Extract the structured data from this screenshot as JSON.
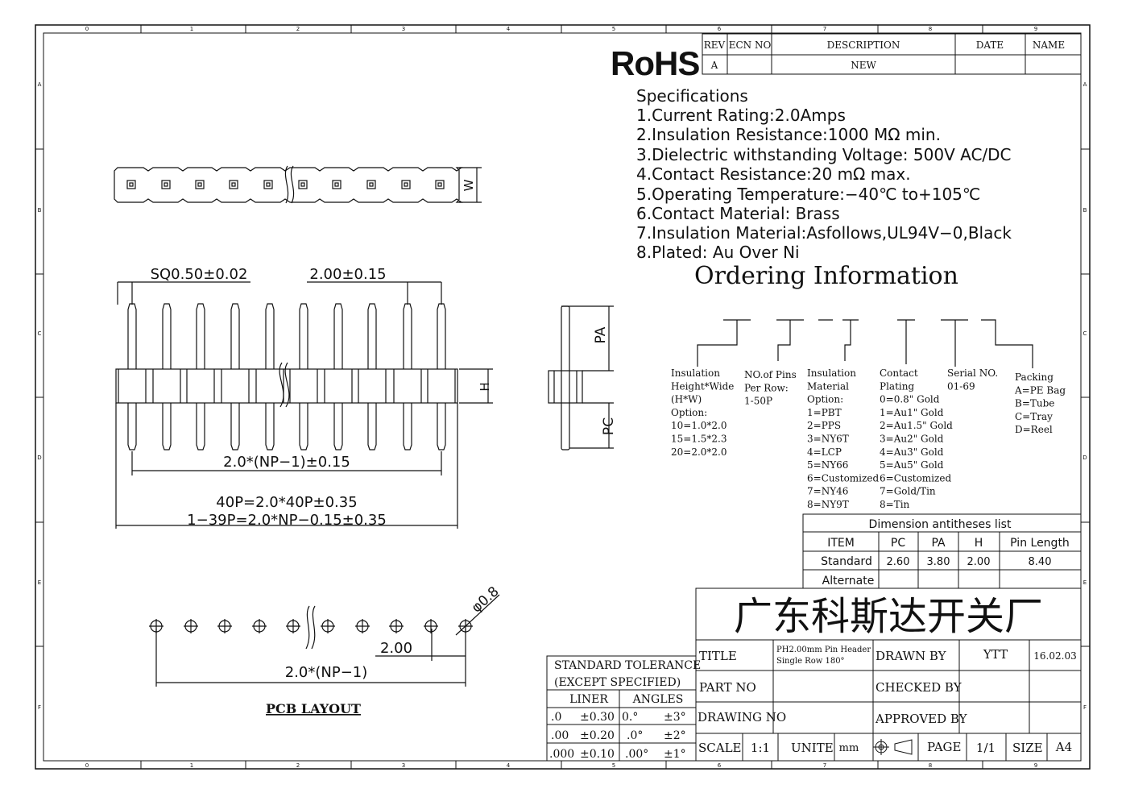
{
  "border": {
    "columns": [
      "0",
      "1",
      "2",
      "3",
      "4",
      "5",
      "6",
      "7",
      "8",
      "9"
    ],
    "rows": [
      "A",
      "B",
      "C",
      "D",
      "E",
      "F"
    ]
  },
  "revision": {
    "headers": [
      "REV",
      "ECN NO",
      "DESCRIPTION",
      "DATE",
      "NAME"
    ],
    "row": [
      "A",
      "",
      "NEW",
      "",
      ""
    ]
  },
  "rohs": "RoHS",
  "specifications": {
    "heading": "Specifications",
    "items": [
      "1.Current  Rating:2.0Amps",
      "2.Insulation  Resistance:1000  MΩ  min.",
      "3.Dielectric  withstanding  Voltage:   500V  AC/DC",
      "4.Contact  Resistance:20  mΩ  max.",
      "5.Operating  Temperature:−40℃  to+105℃",
      "6.Contact  Material:  Brass",
      "7.Insulation  Material:Asfollows,UL94V−0,Black",
      "8.Plated:  Au  Over  Ni"
    ]
  },
  "ordering": {
    "title": "Ordering Information",
    "columns": [
      {
        "lines": [
          "Insulation",
          "Height*Wide",
          "(H*W)",
          "Option:",
          "10=1.0*2.0",
          "15=1.5*2.3",
          "20=2.0*2.0"
        ]
      },
      {
        "lines": [
          "NO.of Pins",
          "Per Row:",
          "1-50P"
        ]
      },
      {
        "lines": [
          "Insulation",
          "Material",
          "Option:",
          "1=PBT",
          "2=PPS",
          "3=NY6T",
          "4=LCP",
          "5=NY66",
          "6=Customized",
          "7=NY46",
          "8=NY9T"
        ]
      },
      {
        "lines": [
          "Contact",
          "Plating",
          "0=0.8\" Gold",
          "1=Au1\" Gold",
          "2=Au1.5\" Gold",
          "3=Au2\" Gold",
          "4=Au3\" Gold",
          "5=Au5\" Gold",
          "6=Customized",
          "7=Gold/Tin",
          "8=Tin"
        ]
      },
      {
        "lines": [
          "Serial NO.",
          "01-69"
        ]
      },
      {
        "lines": [
          "Packing",
          "A=PE Bag",
          "B=Tube",
          "C=Tray",
          "D=Reel"
        ]
      }
    ]
  },
  "dimension_table": {
    "title": "Dimension antitheses list",
    "headers": [
      "ITEM",
      "PC",
      "PA",
      "H",
      "Pin Length"
    ],
    "rows": [
      [
        "Standard",
        "2.60",
        "3.80",
        "2.00",
        "8.40"
      ],
      [
        "Alternate",
        "",
        "",
        "",
        ""
      ]
    ]
  },
  "company": "广东科斯达开关厂",
  "title_block": {
    "title_label": "TITLE",
    "title_value_line1": "PH2.00mm Pin Header",
    "title_value_line2": "Single Row 180°",
    "drawn_by_label": "DRAWN BY",
    "drawn_by_value": "YTT",
    "date_value": "16.02.03",
    "part_no_label": "PART NO",
    "checked_by_label": "CHECKED BY",
    "drawing_no_label": "DRAWING NO",
    "approved_by_label": "APPROVED BY",
    "scale_label": "SCALE",
    "scale_value": "1:1",
    "unite_label": "UNITE",
    "unite_value": "mm",
    "projection_symbol": "third-angle-projection-icon",
    "page_label": "PAGE",
    "page_value": "1/1",
    "size_label": "SIZE",
    "size_value": "A4"
  },
  "tolerance": {
    "title1": "STANDARD TOLERANCE",
    "title2": "(EXCEPT   SPECIFIED)",
    "liner_label": "LINER",
    "angles_label": "ANGLES",
    "rows": [
      [
        ".0",
        "±0.30",
        "0.°",
        "±3°"
      ],
      [
        ".00",
        "±0.20",
        ".0°",
        "±2°"
      ],
      [
        ".000",
        "±0.10",
        ".00°",
        "±1°"
      ]
    ]
  },
  "dimensions": {
    "sq": "SQ0.50±0.02",
    "pitch": "2.00±0.15",
    "np_pitch": "2.0*(NP−1)±0.15",
    "len40": "40P=2.0*40P±0.35",
    "len39": "1−39P=2.0*NP−0.15±0.35",
    "w": "W",
    "h": "H",
    "pa": "PA",
    "pc": "PC",
    "hole": "φ0.8",
    "pcb_pitch": "2.00",
    "pcb_total": "2.0*(NP−1)",
    "pcb_label": "PCB LAYOUT"
  }
}
